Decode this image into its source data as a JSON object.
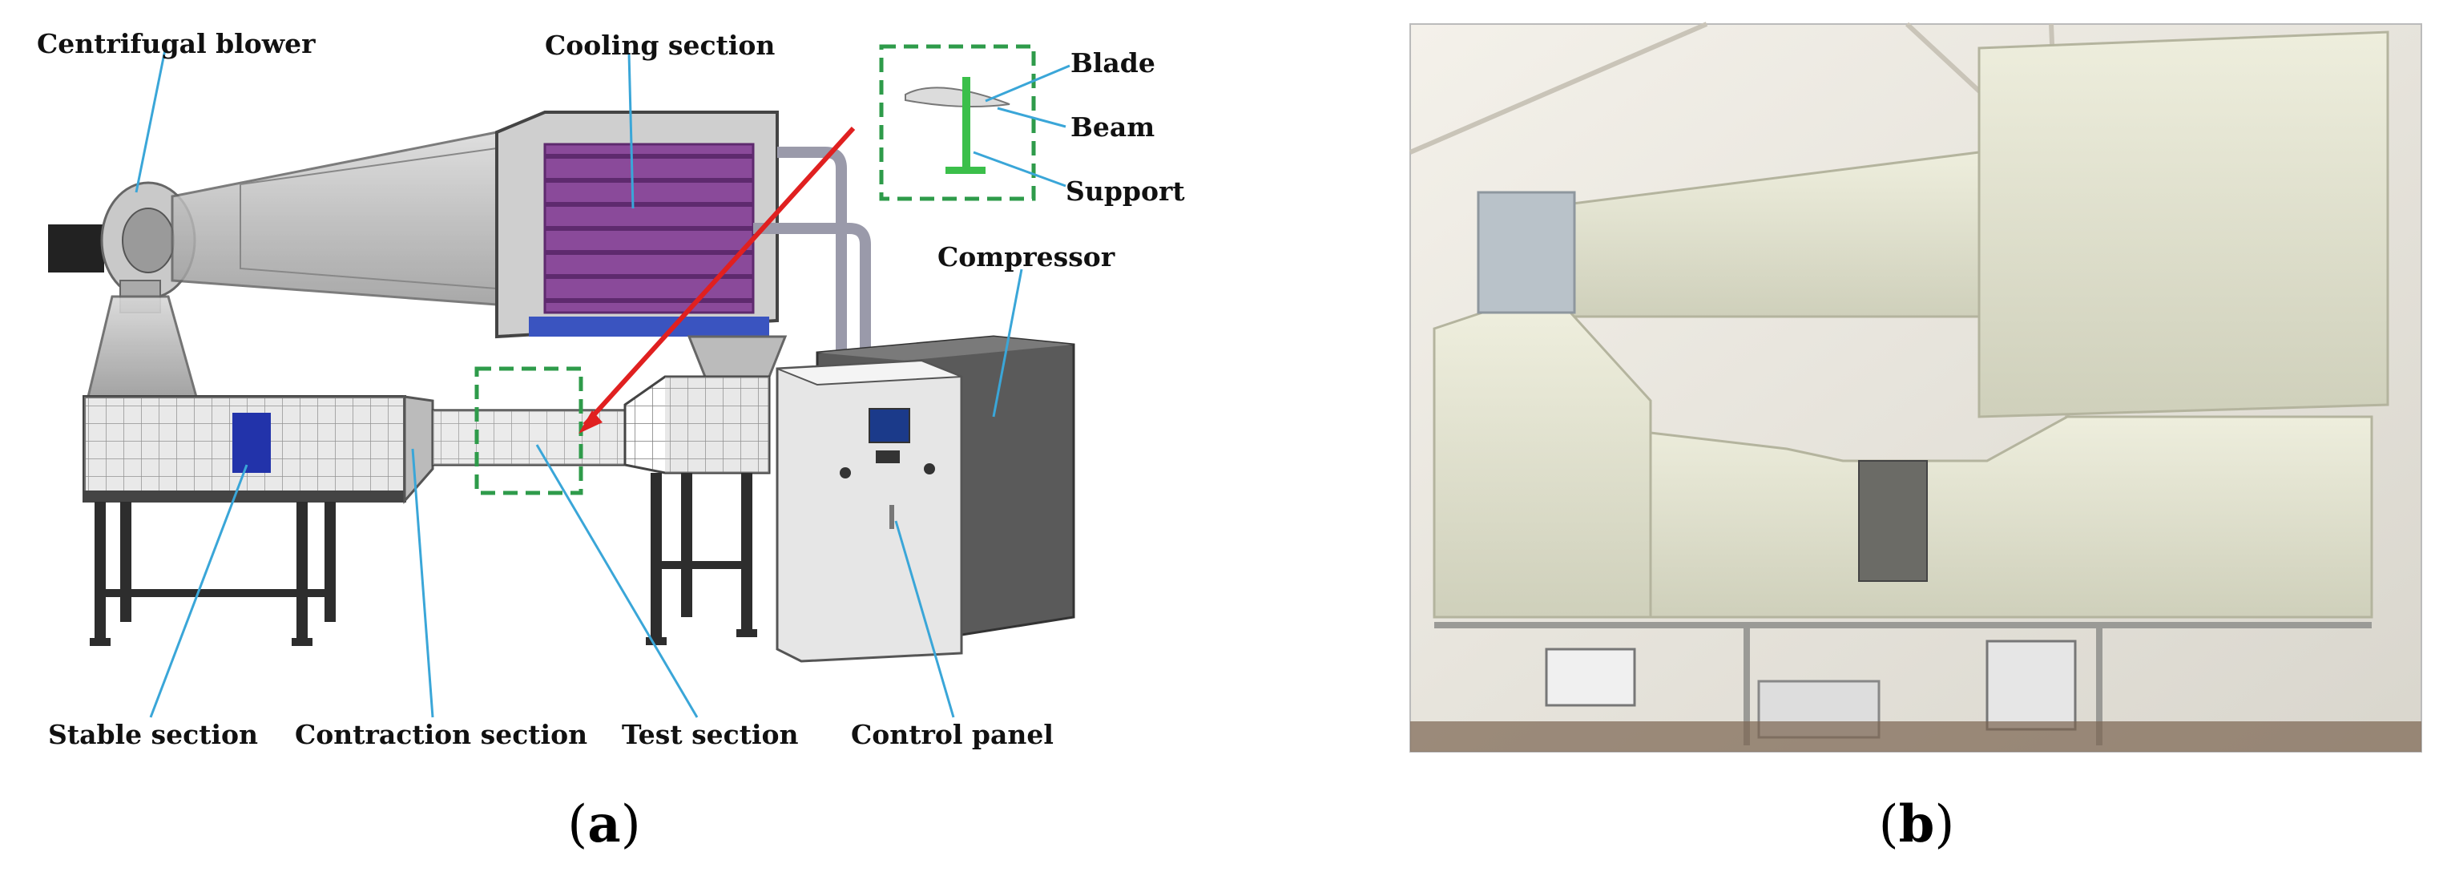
{
  "panel_a": {
    "labels": {
      "centrifugal_blower": "Centrifugal blower",
      "cooling_section": "Cooling section",
      "blade": "Blade",
      "beam": "Beam",
      "support": "Support",
      "compressor": "Compressor",
      "stable_section": "Stable section",
      "contraction_section": "Contraction section",
      "test_section": "Test section",
      "control_panel": "Control panel"
    },
    "caption": {
      "open": "(",
      "letter": "a",
      "close": ")"
    }
  },
  "panel_b": {
    "caption": {
      "open": "(",
      "letter": "b",
      "close": ")"
    }
  },
  "colors": {
    "leader_line": "#3aa6d8",
    "highlight_arrow": "#e02020",
    "detail_box": "#2e9b4a",
    "cooling_coil": "#7a3a8a",
    "duct_frame": "#555555",
    "cabinet": "#e8e8e8",
    "compressor": "#5a5a5a"
  }
}
